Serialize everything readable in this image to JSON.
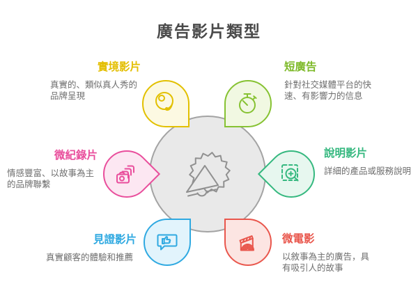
{
  "title": "廣告影片類型",
  "center": {
    "icon": "megaphone-burst-icon",
    "circle_fill": "#e9e9e9",
    "circle_border": "#a3a3a3"
  },
  "items": [
    {
      "label": "實境影片",
      "desc": "真實的、類似真人秀的品牌呈現",
      "color": "#e2c000",
      "fill": "#fcf9e2",
      "icon": "film-reel-icon",
      "position": "top-left"
    },
    {
      "label": "短廣告",
      "desc": "針對社交媒體平台的快速、有影響力的信息",
      "color": "#86c232",
      "fill": "#f1f8e2",
      "icon": "stopwatch-icon",
      "position": "top-right"
    },
    {
      "label": "微紀錄片",
      "desc": "情感豐富、以故事為主的品牌聯繫",
      "color": "#e94e9c",
      "fill": "#fce7f2",
      "icon": "camera-stack-icon",
      "position": "left"
    },
    {
      "label": "說明影片",
      "desc": "詳細的產品或服務說明",
      "color": "#35b87f",
      "fill": "#e7f7ef",
      "icon": "zoom-detail-icon",
      "position": "right"
    },
    {
      "label": "見證影片",
      "desc": "真實顧客的體驗和推薦",
      "color": "#2fa9e1",
      "fill": "#e2f4fc",
      "icon": "thumbs-up-bubble-icon",
      "position": "bottom-left"
    },
    {
      "label": "微電影",
      "desc": "以敘事為主的廣告，具有吸引人的故事",
      "color": "#e9564c",
      "fill": "#fce5e2",
      "icon": "clapperboard-icon",
      "position": "bottom-right"
    }
  ],
  "text_color": "#6e6e6e",
  "title_color": "#4a4a4a"
}
